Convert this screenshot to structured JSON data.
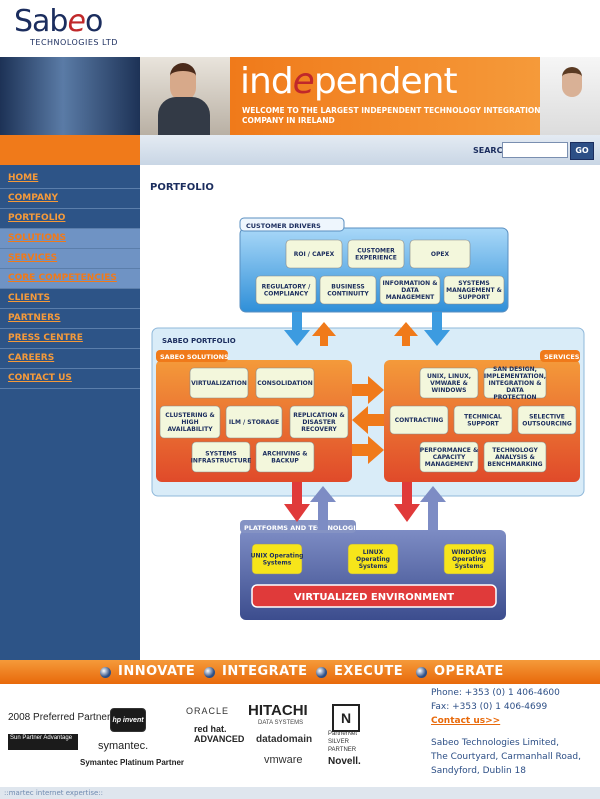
{
  "header": {
    "logo_prefix": "Sab",
    "logo_e": "e",
    "logo_suffix": "o",
    "logo_sub": "TECHNOLOGIES LTD",
    "banner_prefix": "ind",
    "banner_e": "e",
    "banner_suffix": "pendent",
    "banner_tagline": "WELCOME TO THE LARGEST INDEPENDENT TECHNOLOGY INTEGRATION COMPANY IN IRELAND"
  },
  "search": {
    "label": "SEARCH",
    "value": "",
    "placeholder": "",
    "button": "GO"
  },
  "nav": [
    {
      "label": "HOME",
      "alt": false
    },
    {
      "label": "COMPANY",
      "alt": false
    },
    {
      "label": "PORTFOLIO",
      "alt": false
    },
    {
      "label": "SOLUTIONS",
      "alt": true
    },
    {
      "label": "SERVICES",
      "alt": true
    },
    {
      "label": "CORE COMPETENCIES",
      "alt": true
    },
    {
      "label": "CLIENTS",
      "alt": false
    },
    {
      "label": "PARTNERS",
      "alt": false
    },
    {
      "label": "PRESS CENTRE",
      "alt": false
    },
    {
      "label": "CAREERS",
      "alt": false
    },
    {
      "label": "CONTACT US",
      "alt": false
    }
  ],
  "page": {
    "title": "PORTFOLIO"
  },
  "diagram": {
    "customer_drivers": {
      "label": "CUSTOMER DRIVERS",
      "row1": [
        "ROI / CAPEX",
        "CUSTOMER EXPERIENCE",
        "OPEX"
      ],
      "row2": [
        "REGULATORY / COMPLIANCY",
        "BUSINESS CONTINUITY",
        "INFORMATION & DATA MANAGEMENT",
        "SYSTEMS MANAGEMENT & SUPPORT"
      ]
    },
    "portfolio_label": "SABEO PORTFOLIO",
    "solutions": {
      "label": "SABEO SOLUTIONS",
      "items": [
        "VIRTUALIZATION",
        "CONSOLIDATION",
        "CLUSTERING & HIGH AVAILABILITY",
        "ILM / STORAGE",
        "REPLICATION & DISASTER RECOVERY",
        "SYSTEMS INFRASTRUCTURE",
        "ARCHIVING & BACKUP"
      ]
    },
    "services": {
      "label": "SERVICES",
      "items": [
        "UNIX, LINUX, VMWARE & WINDOWS",
        "SAN DESIGN, IMPLEMENTATION, INTEGRATION & DATA PROTECTION",
        "CONTRACTING",
        "TECHNICAL SUPPORT",
        "SELECTIVE OUTSOURCING",
        "PERFORMANCE & CAPACITY MANAGEMENT",
        "TECHNOLOGY ANALYSIS & BENCHMARKING"
      ]
    },
    "platforms": {
      "label": "PLATFORMS AND TECHNOLOGIES",
      "items": [
        "UNIX Operating Systems",
        "LINUX Operating Systems",
        "WINDOWS Operating Systems"
      ],
      "virtualized": "VIRTUALIZED ENVIRONMENT"
    },
    "colors": {
      "blue": "#3c9be0",
      "orange": "#f07a1a",
      "navy": "#5a6fa8",
      "red": "#e03a3a",
      "yellow": "#f7e51a"
    }
  },
  "footer_bar": [
    "INNOVATE",
    "INTEGRATE",
    "EXECUTE",
    "OPERATE"
  ],
  "partners": {
    "preferred": "2008 Preferred Partner",
    "symantec_platinum": "Symantec Platinum Partner",
    "logos": [
      "hp invent",
      "ORACLE",
      "HITACHI",
      "DATA SYSTEMS",
      "N",
      "Sun Partner Advantage",
      "symantec.",
      "red hat. ADVANCED",
      "datadomain",
      "PartnerNet SILVER PARTNER",
      "vmware",
      "Novell."
    ]
  },
  "contact": {
    "phone": "Phone: +353 (0) 1 406-4600",
    "fax": "Fax: +353 (0) 1 406-4699",
    "link": "Contact us>>",
    "address1": "Sabeo Technologies Limited,",
    "address2": "The Courtyard, Carmanhall Road,",
    "address3": "Sandyford, Dublin 18"
  },
  "bottom": "::martec internet expertise::"
}
